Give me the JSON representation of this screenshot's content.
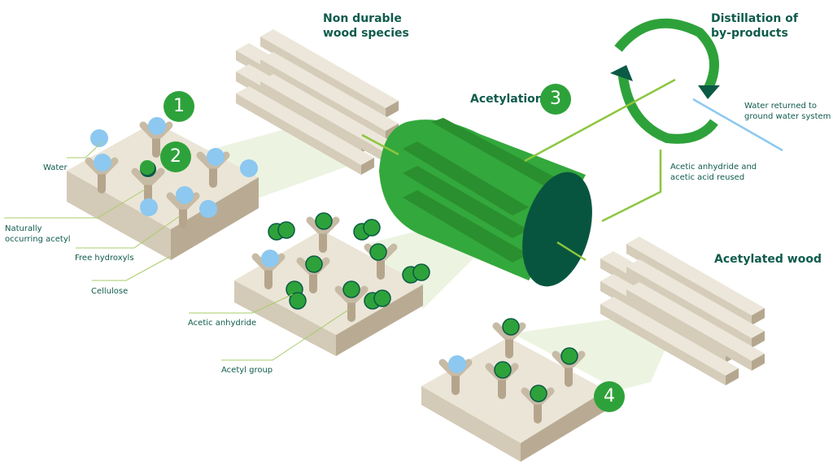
{
  "titles": {
    "non_durable": "Non durable\nwood species",
    "acetylation": "Acetylation",
    "distillation": "Distillation of\nby-products",
    "acetylated_wood": "Acetylated wood"
  },
  "labels": {
    "water": "Water",
    "naturally_acetyl": "Naturally\noccurring acetyl",
    "free_hydroxyls": "Free hydroxyls",
    "cellulose": "Cellulose",
    "acetic_anhydride": "Acetic anhydride",
    "acetyl_group": "Acetyl group",
    "water_returned": "Water returned to\nground water system",
    "reused": "Acetic anhydride and\nacetic acid reused"
  },
  "steps": [
    "1",
    "2",
    "3",
    "4"
  ],
  "colors": {
    "brand_green": "#2ea23a",
    "dark_green": "#0a5a45",
    "text_green": "#0f5b4c",
    "arrow_lime": "#8dc63f",
    "water_blue": "#8cc8f0",
    "wood": "#e8e2d4"
  }
}
